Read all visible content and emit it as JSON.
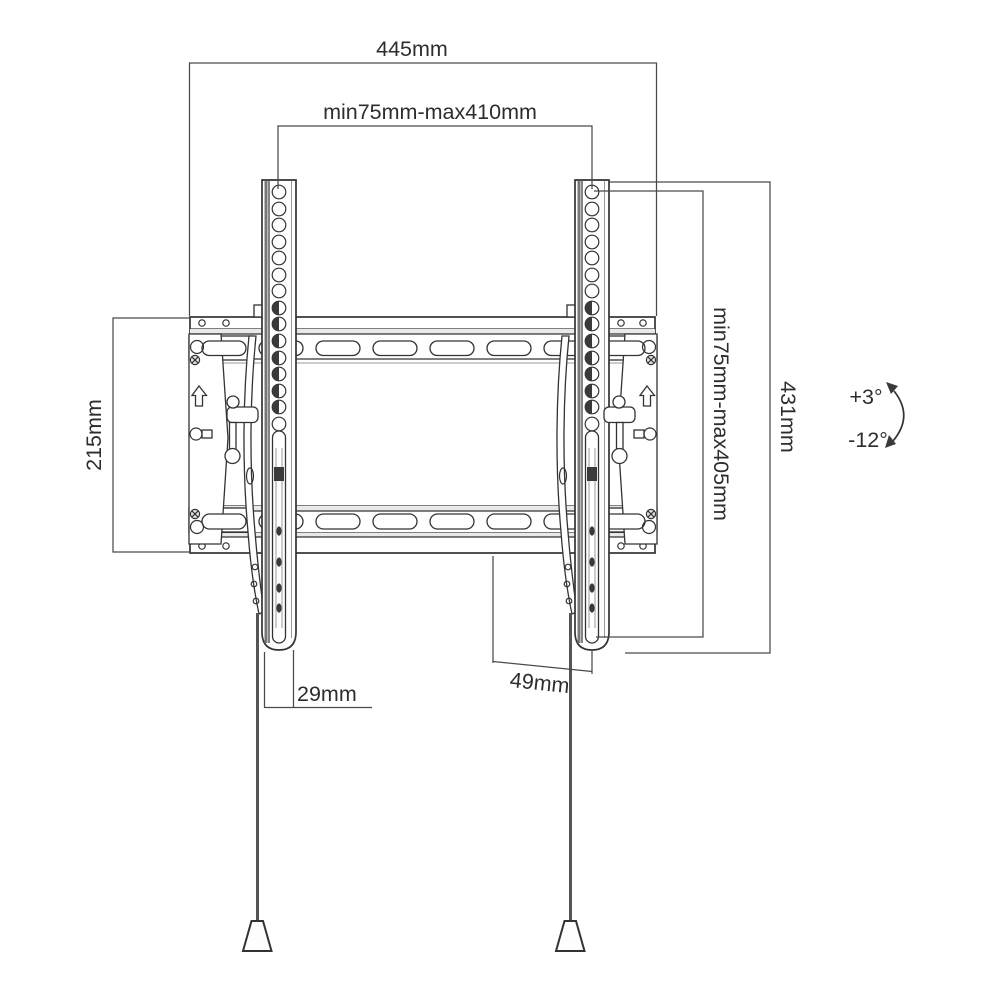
{
  "drawing": {
    "type": "technical-dimension-drawing",
    "subject": "tilting TV wall mount bracket, front view"
  },
  "dimensions": {
    "overall_width": "445mm",
    "vesa_width": "min75mm-max410mm",
    "vesa_height": "min75mm-max405mm",
    "overall_height": "431mm",
    "plate_height": "215mm",
    "arm_width": "29mm",
    "bottom_offset": "49mm"
  },
  "tilt": {
    "up_label": "+3°",
    "down_label": "-12°"
  },
  "colors": {
    "line": "#333333",
    "dimension_line": "#4a4a4a",
    "background": "#ffffff"
  }
}
